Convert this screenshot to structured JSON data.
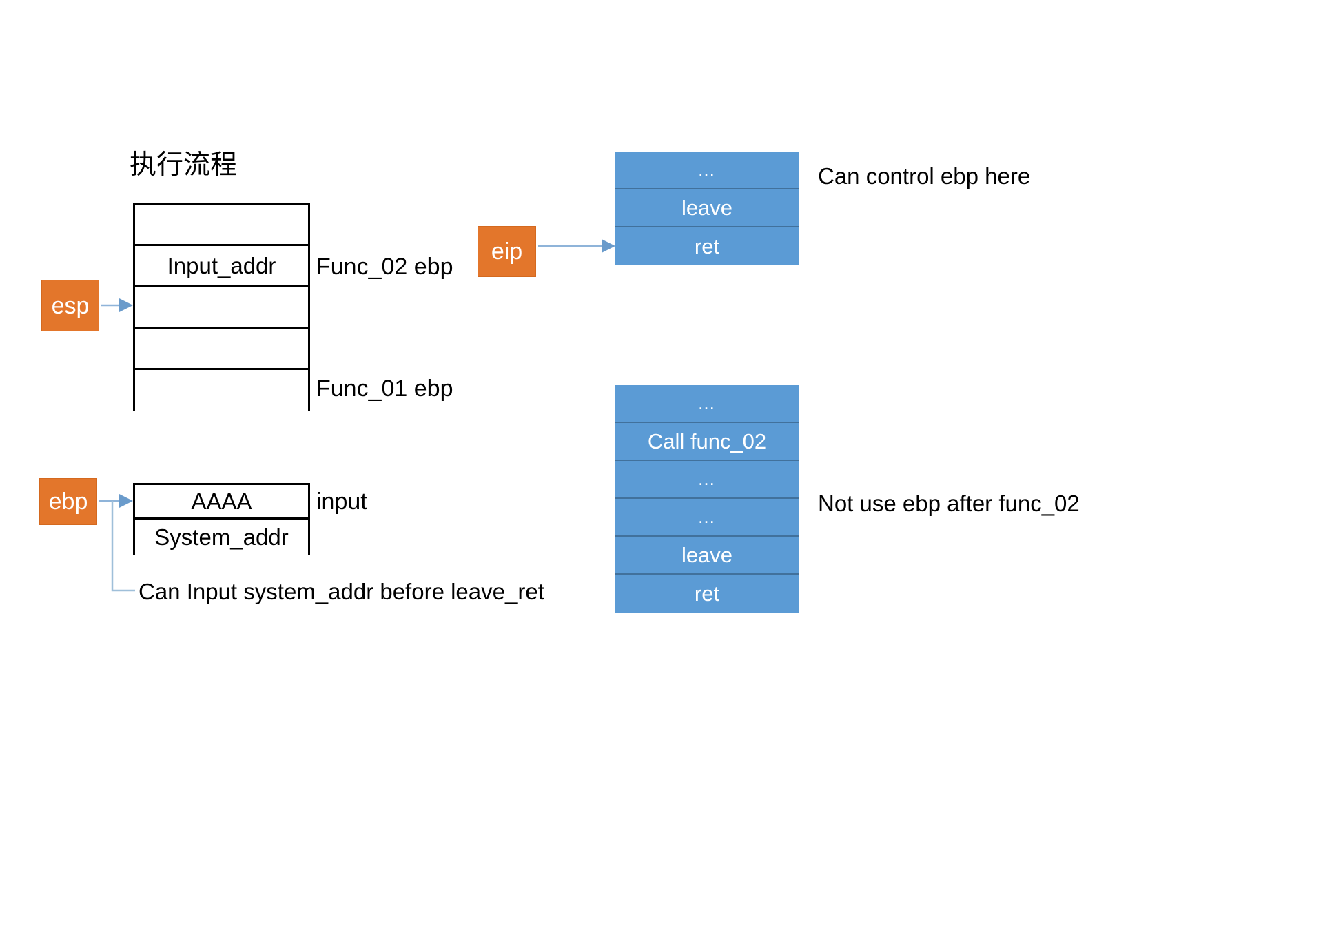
{
  "title": "执行流程",
  "registers": {
    "esp": "esp",
    "ebp": "ebp",
    "eip": "eip"
  },
  "stack_func": {
    "rows": [
      {
        "label": ""
      },
      {
        "label": "Input_addr"
      },
      {
        "label": ""
      },
      {
        "label": ""
      },
      {
        "label": ""
      }
    ],
    "annotations": {
      "func_02_ebp": "Func_02 ebp",
      "func_01_ebp": "Func_01 ebp"
    }
  },
  "stack_input": {
    "rows": [
      {
        "label": "AAAA"
      },
      {
        "label": "System_addr"
      }
    ],
    "annotations": {
      "input": "input",
      "leave_ret_note": "Can Input system_addr before leave_ret"
    }
  },
  "code_top": {
    "rows": [
      {
        "label": "…"
      },
      {
        "label": "leave"
      },
      {
        "label": "ret"
      }
    ],
    "annotation": "Can control ebp here"
  },
  "code_bottom": {
    "rows": [
      {
        "label": "…"
      },
      {
        "label": "Call func_02"
      },
      {
        "label": "…"
      },
      {
        "label": "…"
      },
      {
        "label": "leave"
      },
      {
        "label": "ret"
      }
    ],
    "annotation": "Not use ebp after func_02"
  },
  "colors": {
    "register_fill": "#E3762B",
    "code_fill": "#5B9BD5",
    "code_border": "#41719C",
    "connector": "#8FB4D9",
    "stack_border": "#000000"
  }
}
